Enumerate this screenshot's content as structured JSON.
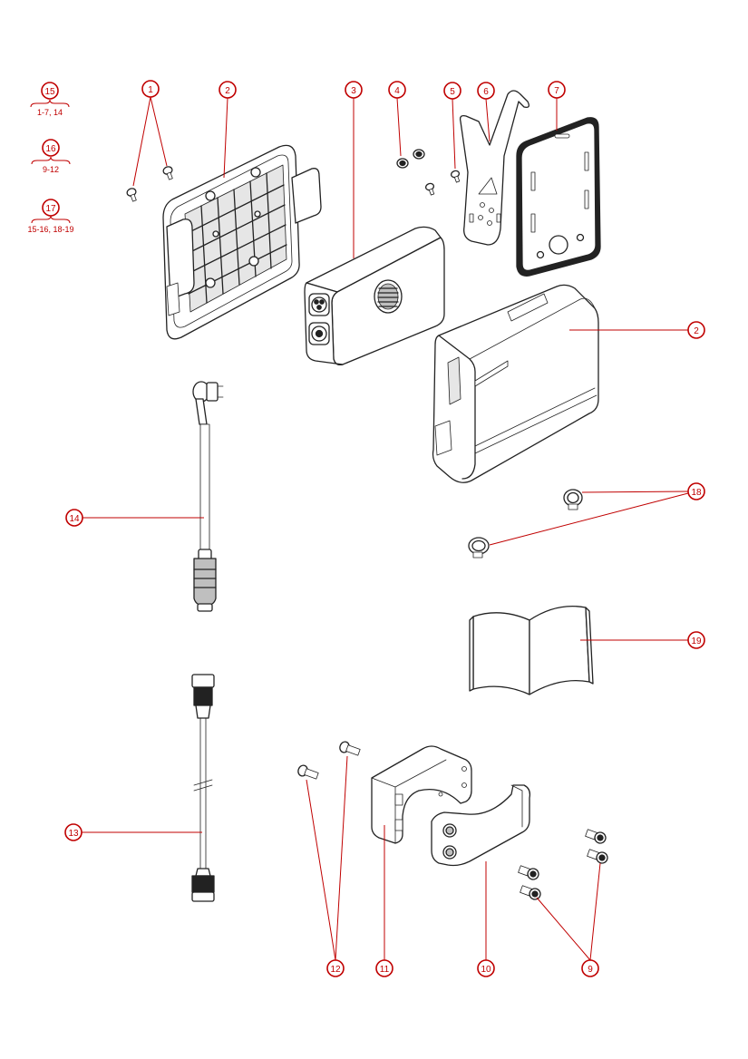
{
  "kits": [
    {
      "id": "15",
      "contents": "1-7, 14"
    },
    {
      "id": "16",
      "contents": "9-12"
    },
    {
      "id": "17",
      "contents": "15-16, 18-19"
    }
  ],
  "callouts": {
    "c1": "1",
    "c2a": "2",
    "c2b": "2",
    "c3": "3",
    "c4": "4",
    "c5": "5",
    "c6": "6",
    "c7": "7",
    "c9": "9",
    "c10": "10",
    "c11": "11",
    "c12": "12",
    "c13": "13",
    "c14": "14",
    "c18": "18",
    "c19": "19"
  },
  "colors": {
    "callout": "#c00000",
    "line_art": "#222222",
    "background": "#ffffff"
  }
}
